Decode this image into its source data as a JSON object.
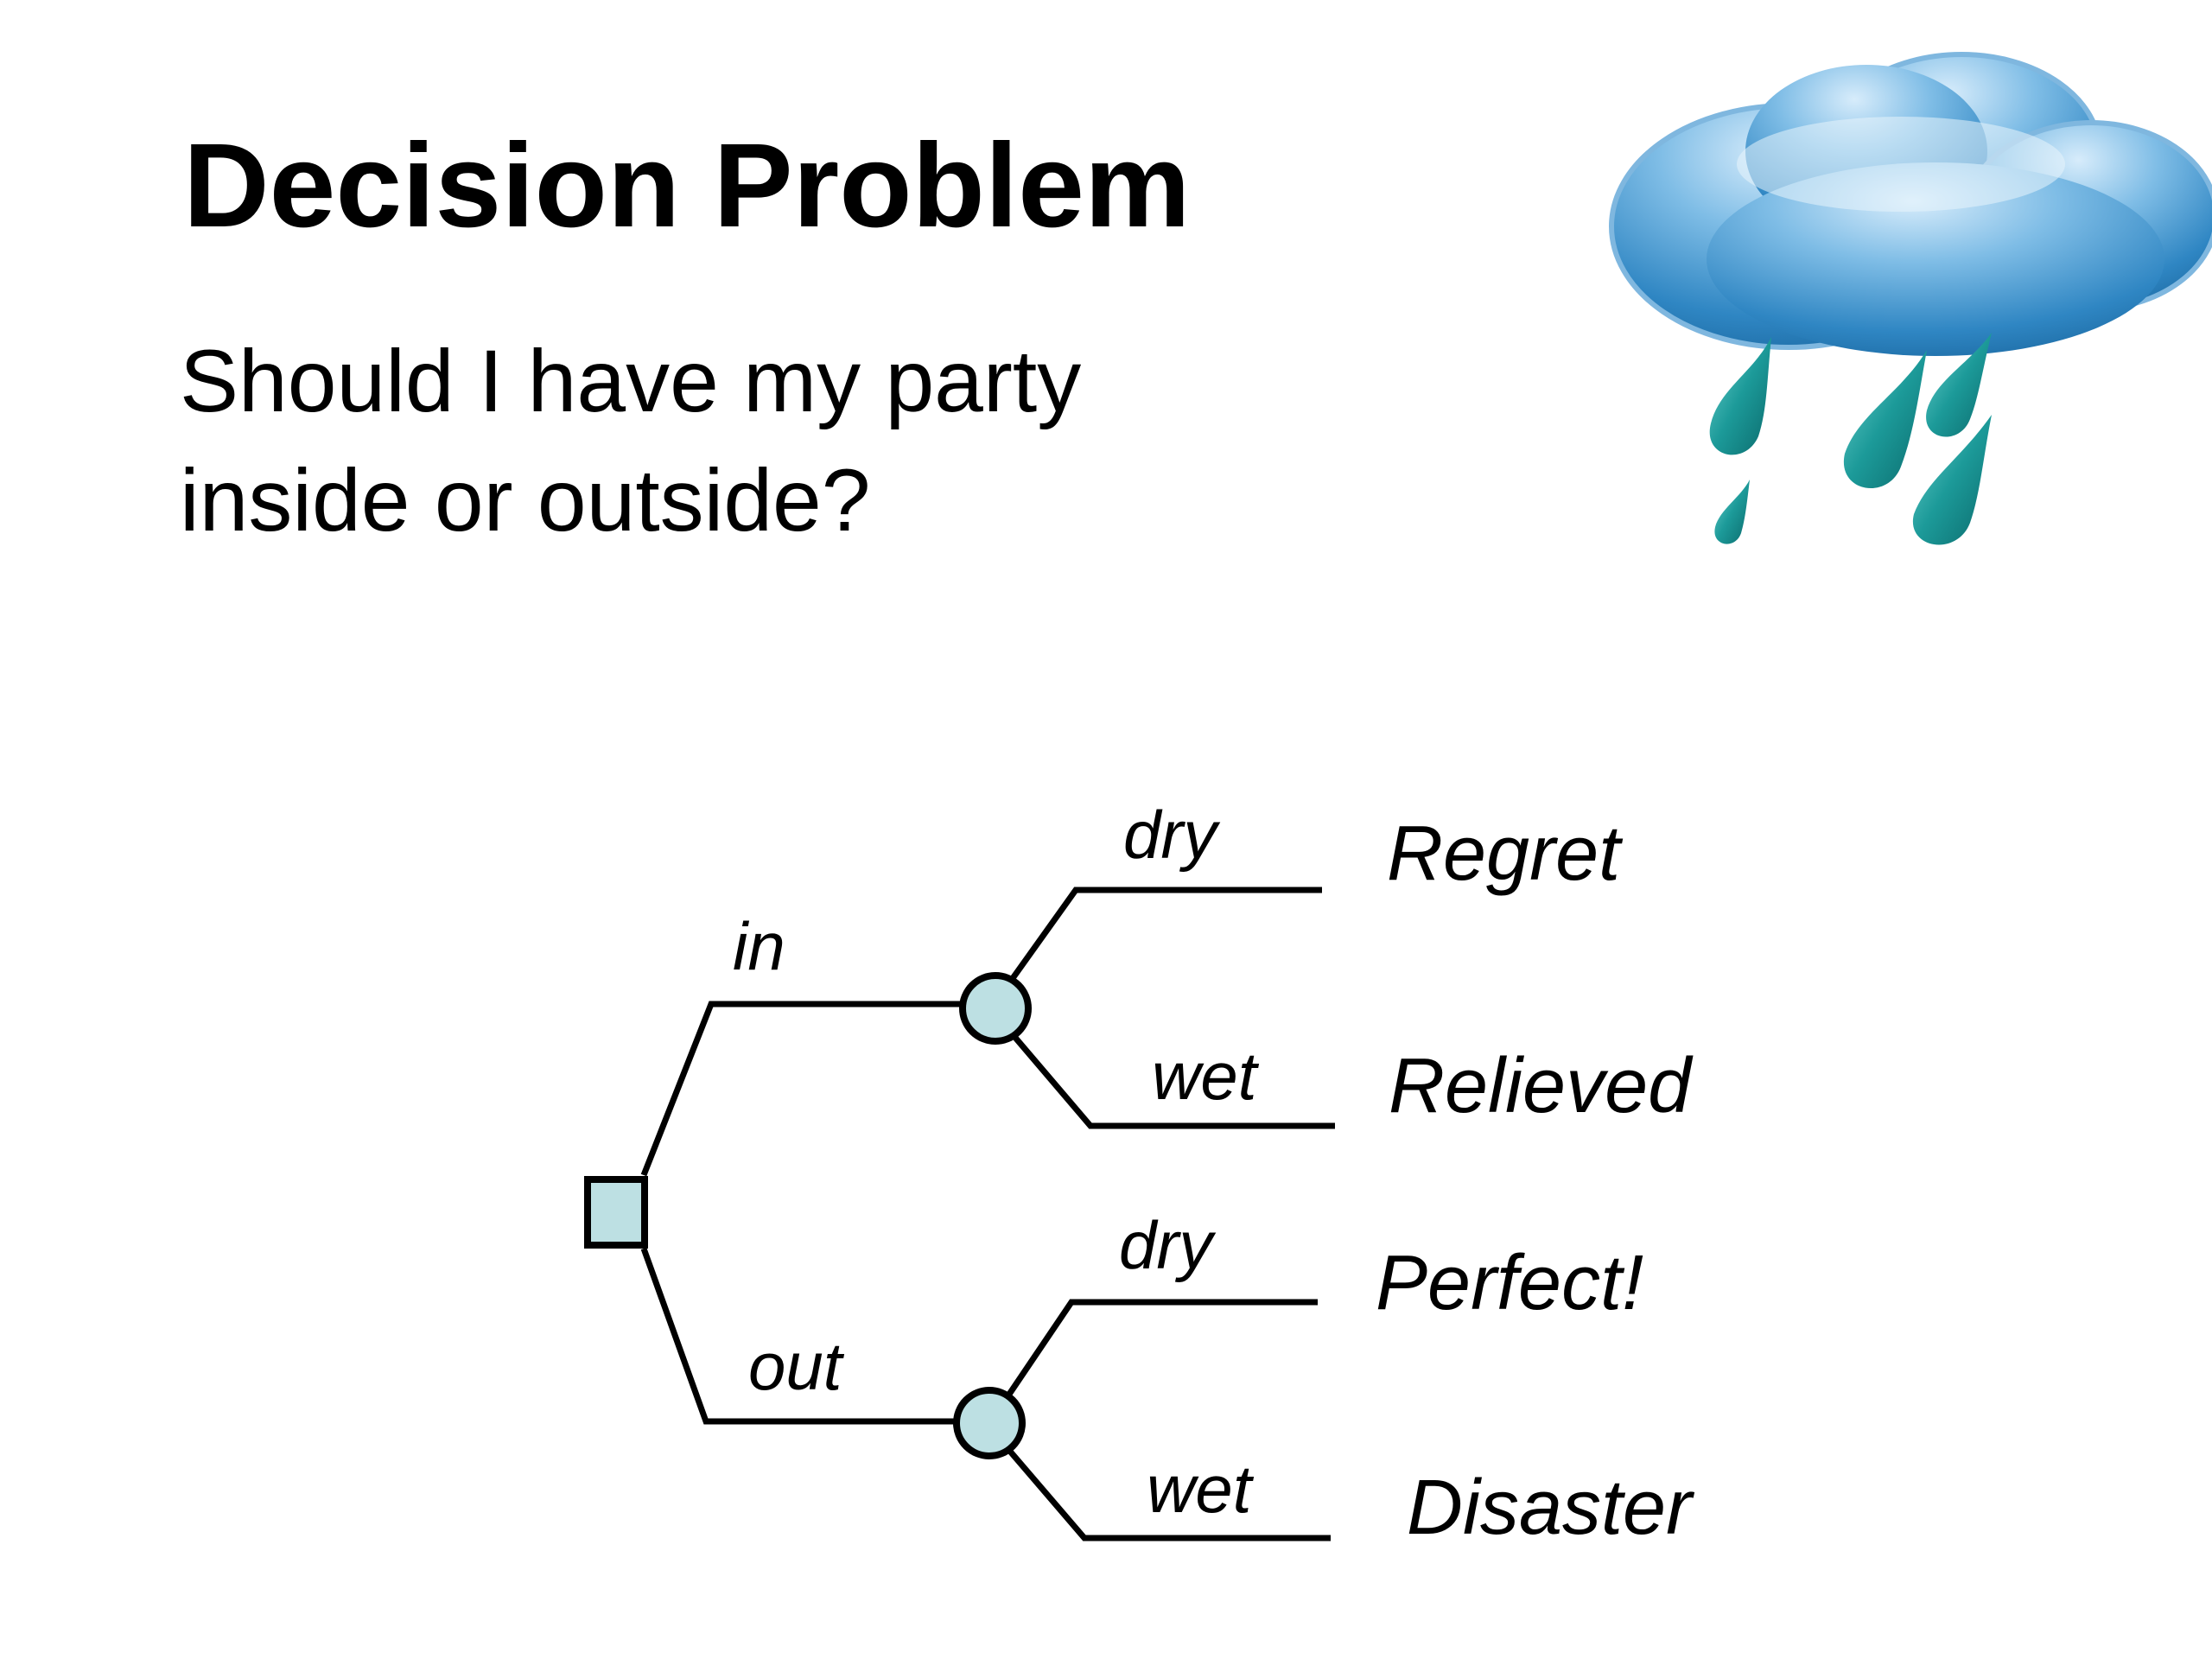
{
  "slide": {
    "title": "Decision Problem",
    "question_line1": "Should I have my party",
    "question_line2": "inside or outside?"
  },
  "illustration": {
    "icon": "rain-cloud-icon"
  },
  "decision_tree": {
    "decision_node": {
      "shape": "square",
      "fill": "#bde0e3"
    },
    "chance_node_fill": "#bde0e3",
    "line_color": "#000000",
    "choices": [
      {
        "label": "in",
        "outcomes": [
          {
            "event": "dry",
            "result": "Regret"
          },
          {
            "event": "wet",
            "result": "Relieved"
          }
        ]
      },
      {
        "label": "out",
        "outcomes": [
          {
            "event": "dry",
            "result": "Perfect!"
          },
          {
            "event": "wet",
            "result": "Disaster"
          }
        ]
      }
    ]
  }
}
